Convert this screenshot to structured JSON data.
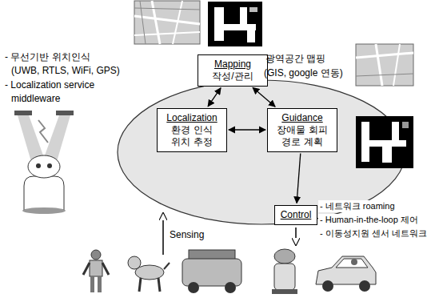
{
  "diagram": {
    "nodes": [
      {
        "text": [
          "Mapping",
          "작성/관리"
        ]
      },
      {
        "text": [
          "Localization",
          "환경 인식 위치 추정"
        ]
      },
      {
        "text": [
          "Guidance",
          "장애물 회피 경로 계획"
        ]
      },
      {
        "text": [
          "Control"
        ]
      }
    ],
    "edges": [
      {
        "from": 0,
        "to": 1,
        "arrow": "both"
      },
      {
        "from": 0,
        "to": 2,
        "arrow": "both"
      },
      {
        "from": 1,
        "to": 2,
        "arrow": "both"
      },
      {
        "from": 2,
        "to": 3,
        "arrow": "to"
      }
    ],
    "labels": [
      "광역공간 맵핑",
      "(GIS, google 연동)",
      "- 무선기반 위치인식",
      "(UWB, RTLS, WiFi, GPS)",
      "- Localization service",
      "middleware",
      "Sensing",
      "- 네트워크 roaming",
      "- Human-in-the-loop 제어",
      "- 이동성지원 센서 네트워크"
    ]
  }
}
